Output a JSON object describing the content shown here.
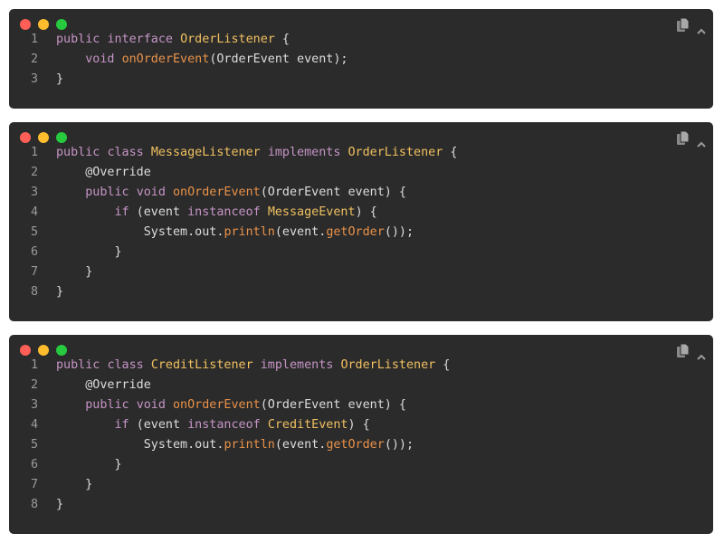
{
  "theme": {
    "background": "#2b2b2b",
    "keyword": "#c594c5",
    "type": "#f0c060",
    "function": "#e8924a",
    "plain": "#dcdcdc",
    "line_number": "#9a9a9a",
    "dot_red": "#ff5f56",
    "dot_yellow": "#ffbd2e",
    "dot_green": "#27c93f"
  },
  "icons": {
    "copy": "copy-icon",
    "collapse": "chevron-up-icon"
  },
  "blocks": [
    {
      "lines": [
        {
          "n": "1",
          "tokens": [
            [
              "kw",
              "public "
            ],
            [
              "kw",
              "interface "
            ],
            [
              "ty",
              "OrderListener"
            ],
            [
              "plain",
              " {"
            ]
          ]
        },
        {
          "n": "2",
          "tokens": [
            [
              "plain",
              "    "
            ],
            [
              "kw",
              "void "
            ],
            [
              "fn",
              "onOrderEvent"
            ],
            [
              "plain",
              "(OrderEvent event);"
            ]
          ]
        },
        {
          "n": "3",
          "tokens": [
            [
              "plain",
              "}"
            ]
          ]
        }
      ]
    },
    {
      "lines": [
        {
          "n": "1",
          "tokens": [
            [
              "kw",
              "public "
            ],
            [
              "kw",
              "class "
            ],
            [
              "ty",
              "MessageListener "
            ],
            [
              "kw",
              "implements "
            ],
            [
              "ty",
              "OrderListener"
            ],
            [
              "plain",
              " {"
            ]
          ]
        },
        {
          "n": "2",
          "tokens": [
            [
              "plain",
              "    @Override"
            ]
          ]
        },
        {
          "n": "3",
          "tokens": [
            [
              "plain",
              "    "
            ],
            [
              "kw",
              "public "
            ],
            [
              "kw",
              "void "
            ],
            [
              "fn",
              "onOrderEvent"
            ],
            [
              "plain",
              "(OrderEvent event) {"
            ]
          ]
        },
        {
          "n": "4",
          "tokens": [
            [
              "plain",
              "        "
            ],
            [
              "kw",
              "if "
            ],
            [
              "plain",
              "(event "
            ],
            [
              "kw",
              "instanceof "
            ],
            [
              "ty",
              "MessageEvent"
            ],
            [
              "plain",
              ") {"
            ]
          ]
        },
        {
          "n": "5",
          "tokens": [
            [
              "plain",
              "            System.out."
            ],
            [
              "fn",
              "println"
            ],
            [
              "plain",
              "(event."
            ],
            [
              "fn",
              "getOrder"
            ],
            [
              "plain",
              "());"
            ]
          ]
        },
        {
          "n": "6",
          "tokens": [
            [
              "plain",
              "        }"
            ]
          ]
        },
        {
          "n": "7",
          "tokens": [
            [
              "plain",
              "    }"
            ]
          ]
        },
        {
          "n": "8",
          "tokens": [
            [
              "plain",
              "}"
            ]
          ]
        }
      ]
    },
    {
      "lines": [
        {
          "n": "1",
          "tokens": [
            [
              "kw",
              "public "
            ],
            [
              "kw",
              "class "
            ],
            [
              "ty",
              "CreditListener "
            ],
            [
              "kw",
              "implements "
            ],
            [
              "ty",
              "OrderListener"
            ],
            [
              "plain",
              " {"
            ]
          ]
        },
        {
          "n": "2",
          "tokens": [
            [
              "plain",
              "    @Override"
            ]
          ]
        },
        {
          "n": "3",
          "tokens": [
            [
              "plain",
              "    "
            ],
            [
              "kw",
              "public "
            ],
            [
              "kw",
              "void "
            ],
            [
              "fn",
              "onOrderEvent"
            ],
            [
              "plain",
              "(OrderEvent event) {"
            ]
          ]
        },
        {
          "n": "4",
          "tokens": [
            [
              "plain",
              "        "
            ],
            [
              "kw",
              "if "
            ],
            [
              "plain",
              "(event "
            ],
            [
              "kw",
              "instanceof "
            ],
            [
              "ty",
              "CreditEvent"
            ],
            [
              "plain",
              ") {"
            ]
          ]
        },
        {
          "n": "5",
          "tokens": [
            [
              "plain",
              "            System.out."
            ],
            [
              "fn",
              "println"
            ],
            [
              "plain",
              "(event."
            ],
            [
              "fn",
              "getOrder"
            ],
            [
              "plain",
              "());"
            ]
          ]
        },
        {
          "n": "6",
          "tokens": [
            [
              "plain",
              "        }"
            ]
          ]
        },
        {
          "n": "7",
          "tokens": [
            [
              "plain",
              "    }"
            ]
          ]
        },
        {
          "n": "8",
          "tokens": [
            [
              "plain",
              "}"
            ]
          ]
        }
      ]
    }
  ]
}
